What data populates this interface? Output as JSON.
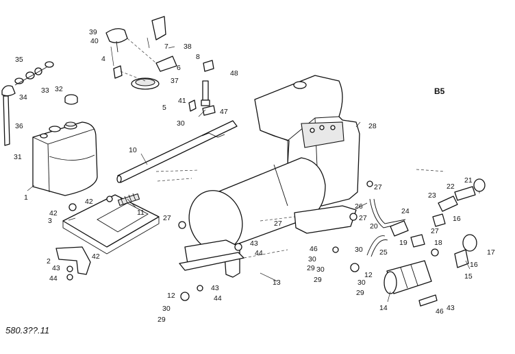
{
  "diagram": {
    "section_code": "B5",
    "sheet_number": "580.3??.11",
    "callouts": [
      {
        "id": "c1",
        "text": "1"
      },
      {
        "id": "c2",
        "text": "2"
      },
      {
        "id": "c3",
        "text": "3"
      },
      {
        "id": "c4",
        "text": "4"
      },
      {
        "id": "c5",
        "text": "5"
      },
      {
        "id": "c6",
        "text": "6"
      },
      {
        "id": "c7",
        "text": "7"
      },
      {
        "id": "c8",
        "text": "8"
      },
      {
        "id": "c10",
        "text": "10"
      },
      {
        "id": "c11",
        "text": "11"
      },
      {
        "id": "c12a",
        "text": "12"
      },
      {
        "id": "c12b",
        "text": "12"
      },
      {
        "id": "c13",
        "text": "13"
      },
      {
        "id": "c14",
        "text": "14"
      },
      {
        "id": "c15",
        "text": "15"
      },
      {
        "id": "c16a",
        "text": "16"
      },
      {
        "id": "c16b",
        "text": "16"
      },
      {
        "id": "c17",
        "text": "17"
      },
      {
        "id": "c18",
        "text": "18"
      },
      {
        "id": "c19",
        "text": "19"
      },
      {
        "id": "c20",
        "text": "20"
      },
      {
        "id": "c21",
        "text": "21"
      },
      {
        "id": "c22",
        "text": "22"
      },
      {
        "id": "c23",
        "text": "23"
      },
      {
        "id": "c24",
        "text": "24"
      },
      {
        "id": "c25",
        "text": "25"
      },
      {
        "id": "c26",
        "text": "26"
      },
      {
        "id": "c27a",
        "text": "27"
      },
      {
        "id": "c27b",
        "text": "27"
      },
      {
        "id": "c27c",
        "text": "27"
      },
      {
        "id": "c27d",
        "text": "27"
      },
      {
        "id": "c27e",
        "text": "27"
      },
      {
        "id": "c28",
        "text": "28"
      },
      {
        "id": "c29a",
        "text": "29"
      },
      {
        "id": "c29b",
        "text": "29"
      },
      {
        "id": "c29c",
        "text": "29"
      },
      {
        "id": "c29d",
        "text": "29"
      },
      {
        "id": "c30a",
        "text": "30"
      },
      {
        "id": "c30b",
        "text": "30"
      },
      {
        "id": "c30c",
        "text": "30"
      },
      {
        "id": "c30d",
        "text": "30"
      },
      {
        "id": "c30e",
        "text": "30"
      },
      {
        "id": "c30f",
        "text": "30"
      },
      {
        "id": "c31",
        "text": "31"
      },
      {
        "id": "c32",
        "text": "32"
      },
      {
        "id": "c33",
        "text": "33"
      },
      {
        "id": "c34",
        "text": "34"
      },
      {
        "id": "c35",
        "text": "35"
      },
      {
        "id": "c36",
        "text": "36"
      },
      {
        "id": "c37",
        "text": "37"
      },
      {
        "id": "c38",
        "text": "38"
      },
      {
        "id": "c39",
        "text": "39"
      },
      {
        "id": "c40",
        "text": "40"
      },
      {
        "id": "c41",
        "text": "41"
      },
      {
        "id": "c42a",
        "text": "42"
      },
      {
        "id": "c42b",
        "text": "42"
      },
      {
        "id": "c42c",
        "text": "42"
      },
      {
        "id": "c43a",
        "text": "43"
      },
      {
        "id": "c43b",
        "text": "43"
      },
      {
        "id": "c43c",
        "text": "43"
      },
      {
        "id": "c43d",
        "text": "43"
      },
      {
        "id": "c44a",
        "text": "44"
      },
      {
        "id": "c44b",
        "text": "44"
      },
      {
        "id": "c44c",
        "text": "44"
      },
      {
        "id": "c46a",
        "text": "46"
      },
      {
        "id": "c46b",
        "text": "46"
      },
      {
        "id": "c47",
        "text": "47"
      },
      {
        "id": "c48",
        "text": "48"
      }
    ]
  }
}
